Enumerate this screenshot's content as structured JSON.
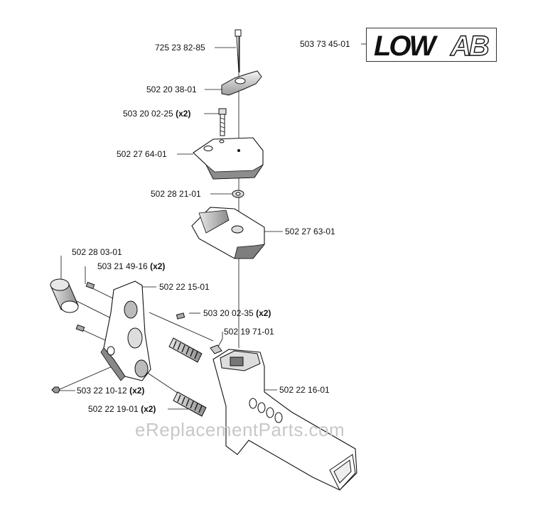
{
  "labels": {
    "p725238285": "725 23 82-85",
    "p502203801": "502 20 38-01",
    "p503200225": "503 20 02-25",
    "p503200225_qty": "(x2)",
    "p502276401": "502 27 64-01",
    "p502282101": "502 28 21-01",
    "p502276301": "502 27 63-01",
    "p502280301": "502 28 03-01",
    "p503214916": "503 21 49-16",
    "p503214916_qty": "(x2)",
    "p502221501": "502 22 15-01",
    "p503200235": "503 20 02-35",
    "p503200235_qty": "(x2)",
    "p502197101": "502 19 71-01",
    "p502221601": "502 22 16-01",
    "p503221012": "503 22 10-12",
    "p503221012_qty": "(x2)",
    "p502221901": "502 22 19-01",
    "p502221901_qty": "(x2)",
    "p503734501": "503 73 45-01"
  },
  "logo": {
    "text_main": "LOW",
    "text_tail": "AB",
    "fg": "#111111",
    "outline": "#111111"
  },
  "watermark": "eReplacementParts.com",
  "colors": {
    "line": "#111111",
    "part_fill": "#ffffff",
    "shade": "#bfbfbf",
    "dark": "#555555"
  }
}
